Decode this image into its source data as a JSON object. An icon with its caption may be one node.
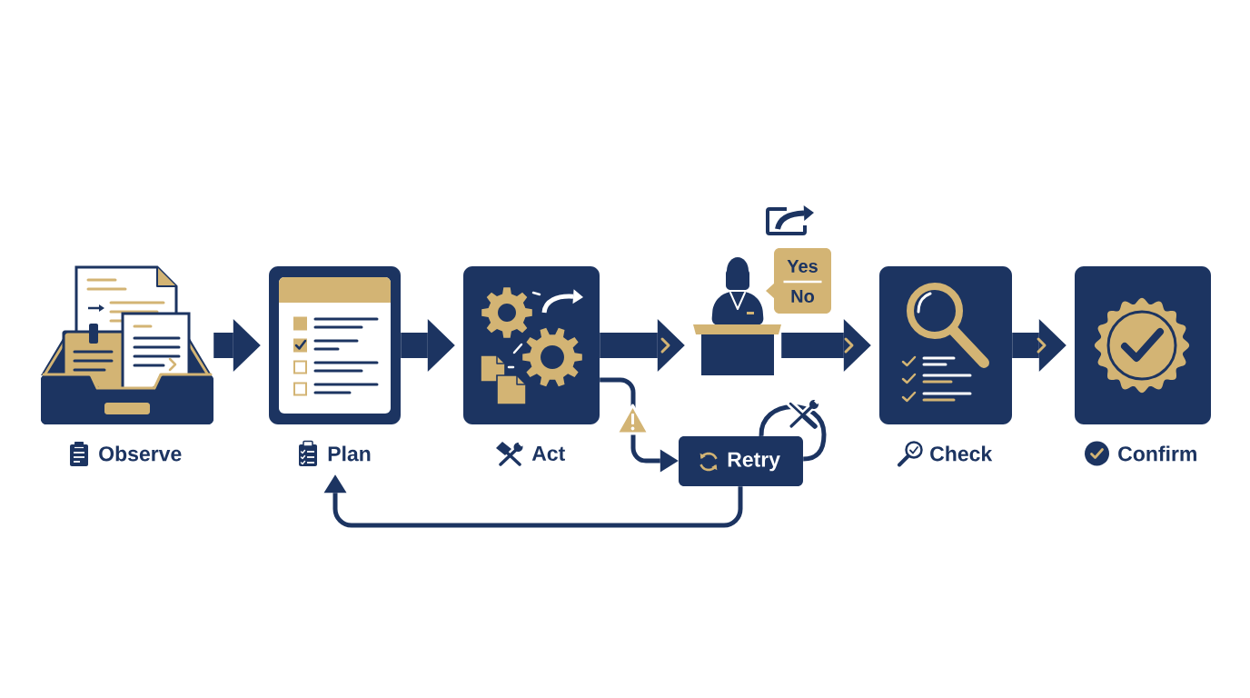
{
  "diagram": {
    "nodes": [
      {
        "text": [
          "Observe"
        ]
      },
      {
        "text": [
          "Plan"
        ]
      },
      {
        "text": [
          "Act"
        ]
      },
      {
        "text": [],
        "shape": "person"
      },
      {
        "text": [
          "Yes",
          "No"
        ]
      },
      {
        "text": [
          "Check"
        ]
      },
      {
        "text": [
          "Confirm"
        ]
      },
      {
        "text": [
          "Retry"
        ]
      }
    ],
    "edges": [
      {
        "from": 0,
        "to": 1,
        "arrow": "to"
      },
      {
        "from": 1,
        "to": 2,
        "arrow": "to"
      },
      {
        "from": 2,
        "to": 3,
        "arrow": "to"
      },
      {
        "from": 3,
        "to": 5,
        "arrow": "to"
      },
      {
        "from": 5,
        "to": 6,
        "arrow": "to"
      },
      {
        "from": 2,
        "to": 7,
        "arrow": "to"
      },
      {
        "from": 7,
        "to": 1,
        "arrow": "to"
      },
      {
        "from": 7,
        "to": 7,
        "arrow": "none"
      }
    ]
  }
}
